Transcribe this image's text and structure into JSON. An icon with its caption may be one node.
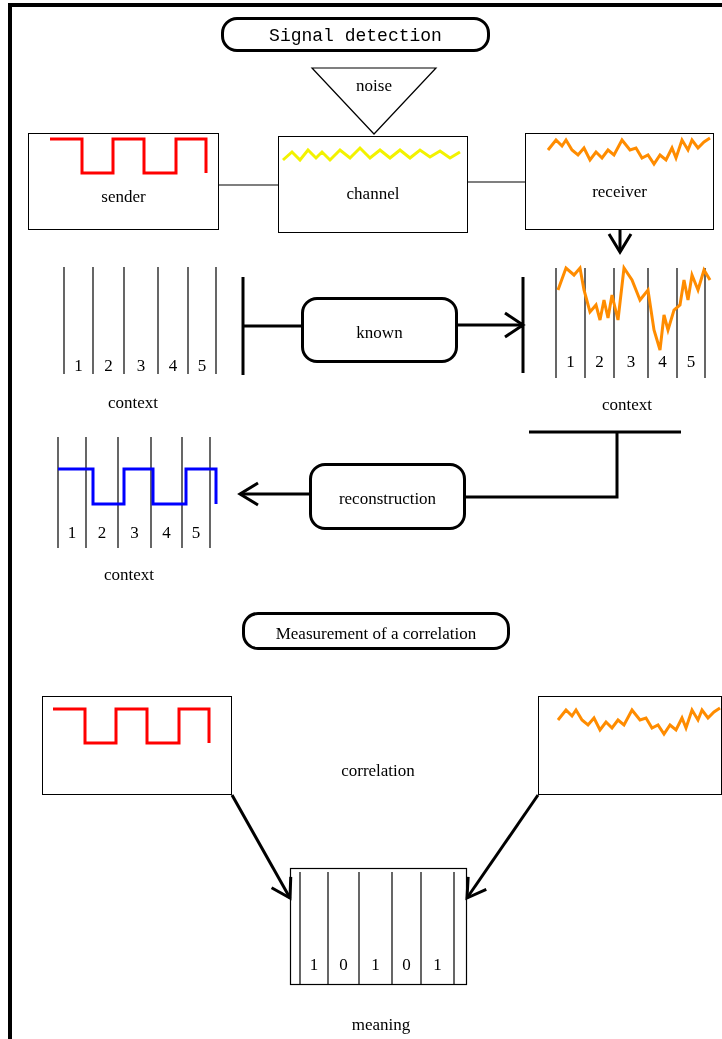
{
  "diagram": {
    "nodes": [
      {
        "text": [
          "Signal detection"
        ]
      },
      {
        "text": [
          "noise"
        ]
      },
      {
        "text": [
          "sender"
        ]
      },
      {
        "text": [
          "channel"
        ]
      },
      {
        "text": [
          "receiver"
        ]
      },
      {
        "text": [
          "1",
          "2",
          "3",
          "4",
          "5"
        ],
        "beside": [
          "context"
        ]
      },
      {
        "text": [
          "known"
        ]
      },
      {
        "text": [
          "1",
          "2",
          "3",
          "4",
          "5"
        ],
        "beside": [
          "context"
        ]
      },
      {
        "text": [
          "1",
          "2",
          "3",
          "4",
          "5"
        ],
        "beside": [
          "context"
        ]
      },
      {
        "text": [
          "reconstruction"
        ]
      },
      {
        "text": [
          "Measurement of a correlation"
        ]
      },
      {
        "text": [],
        "shape": "box"
      },
      {
        "text": [],
        "shape": "box"
      },
      {
        "text": [
          "1",
          "0",
          "1",
          "0",
          "1"
        ],
        "beside": [
          "meaning"
        ]
      }
    ],
    "edges": [
      {
        "from": 2,
        "to": 3,
        "arrow": "none"
      },
      {
        "from": 3,
        "to": 4,
        "arrow": "none"
      },
      {
        "from": 4,
        "to": 7,
        "arrow": "to"
      },
      {
        "from": 5,
        "to": 6,
        "arrow": "other"
      },
      {
        "from": 6,
        "to": 7,
        "arrow": "to"
      },
      {
        "from": 7,
        "to": 9,
        "arrow": "other"
      },
      {
        "from": 9,
        "to": 8,
        "arrow": "to"
      },
      {
        "from": 11,
        "to": 13,
        "arrow": "to"
      },
      {
        "from": 12,
        "to": 13,
        "arrow": "to"
      }
    ],
    "labels": [
      "correlation"
    ]
  }
}
